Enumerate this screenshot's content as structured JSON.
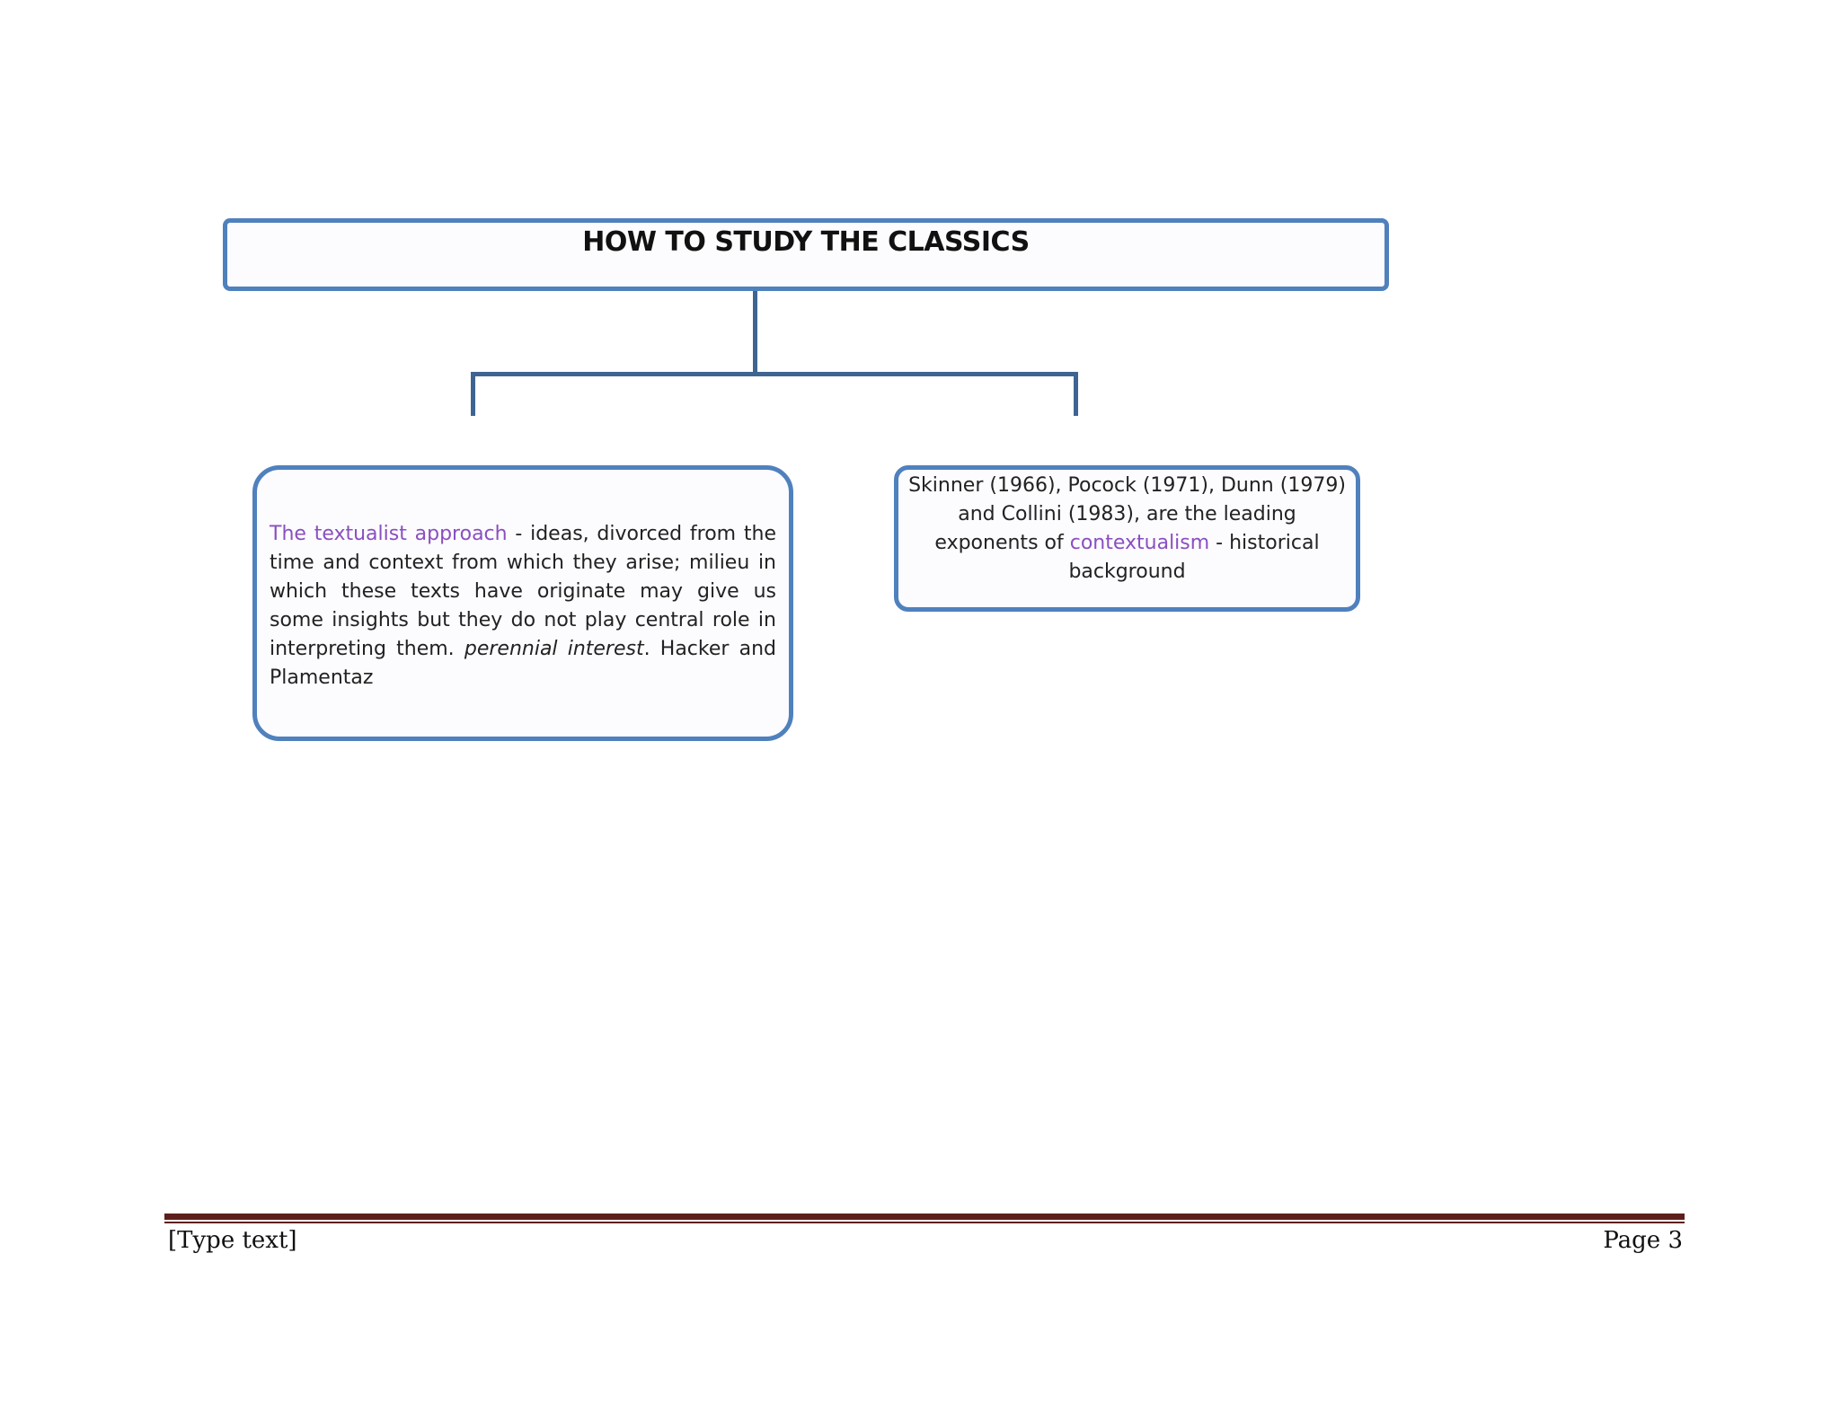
{
  "diagram": {
    "title": "HOW TO STUDY THE CLASSICS",
    "left_box": {
      "highlight": "The textualist approach",
      "text_1": " - ideas, divorced from the time and context from which they arise; milieu in which these texts have originate may give us some insights but they do not play  central role in interpreting them. ",
      "italic": "perennial interest",
      "text_2": ". Hacker and Plamentaz"
    },
    "right_box": {
      "text_1": "Skinner (1966), Pocock (1971), Dunn (1979) and Collini (1983), are the leading exponents of ",
      "highlight": "contextualism",
      "text_2": " - historical background"
    },
    "colors": {
      "box_border": "#4f81bd",
      "connector": "#3e6591",
      "highlight_text": "#8a4fc0",
      "footer_rule": "#5e1f1c"
    }
  },
  "footer": {
    "left": "[Type text]",
    "right": "Page 3"
  }
}
